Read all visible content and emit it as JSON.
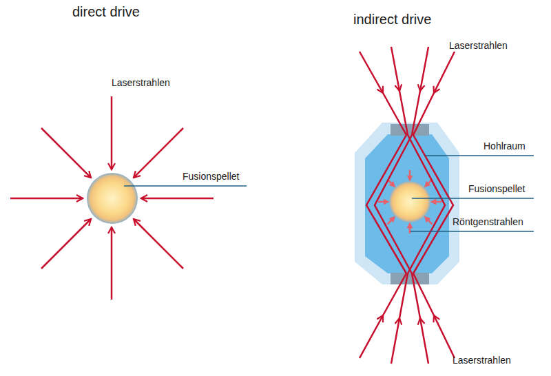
{
  "diagram": {
    "labels": [
      "direct drive",
      "indirect drive",
      "Laserstrahlen",
      "Fusionspellet",
      "Laserstrahlen",
      "Hohlraum",
      "Fusionspellet",
      "Röntgenstrahlen",
      "Laserstrahlen"
    ]
  }
}
